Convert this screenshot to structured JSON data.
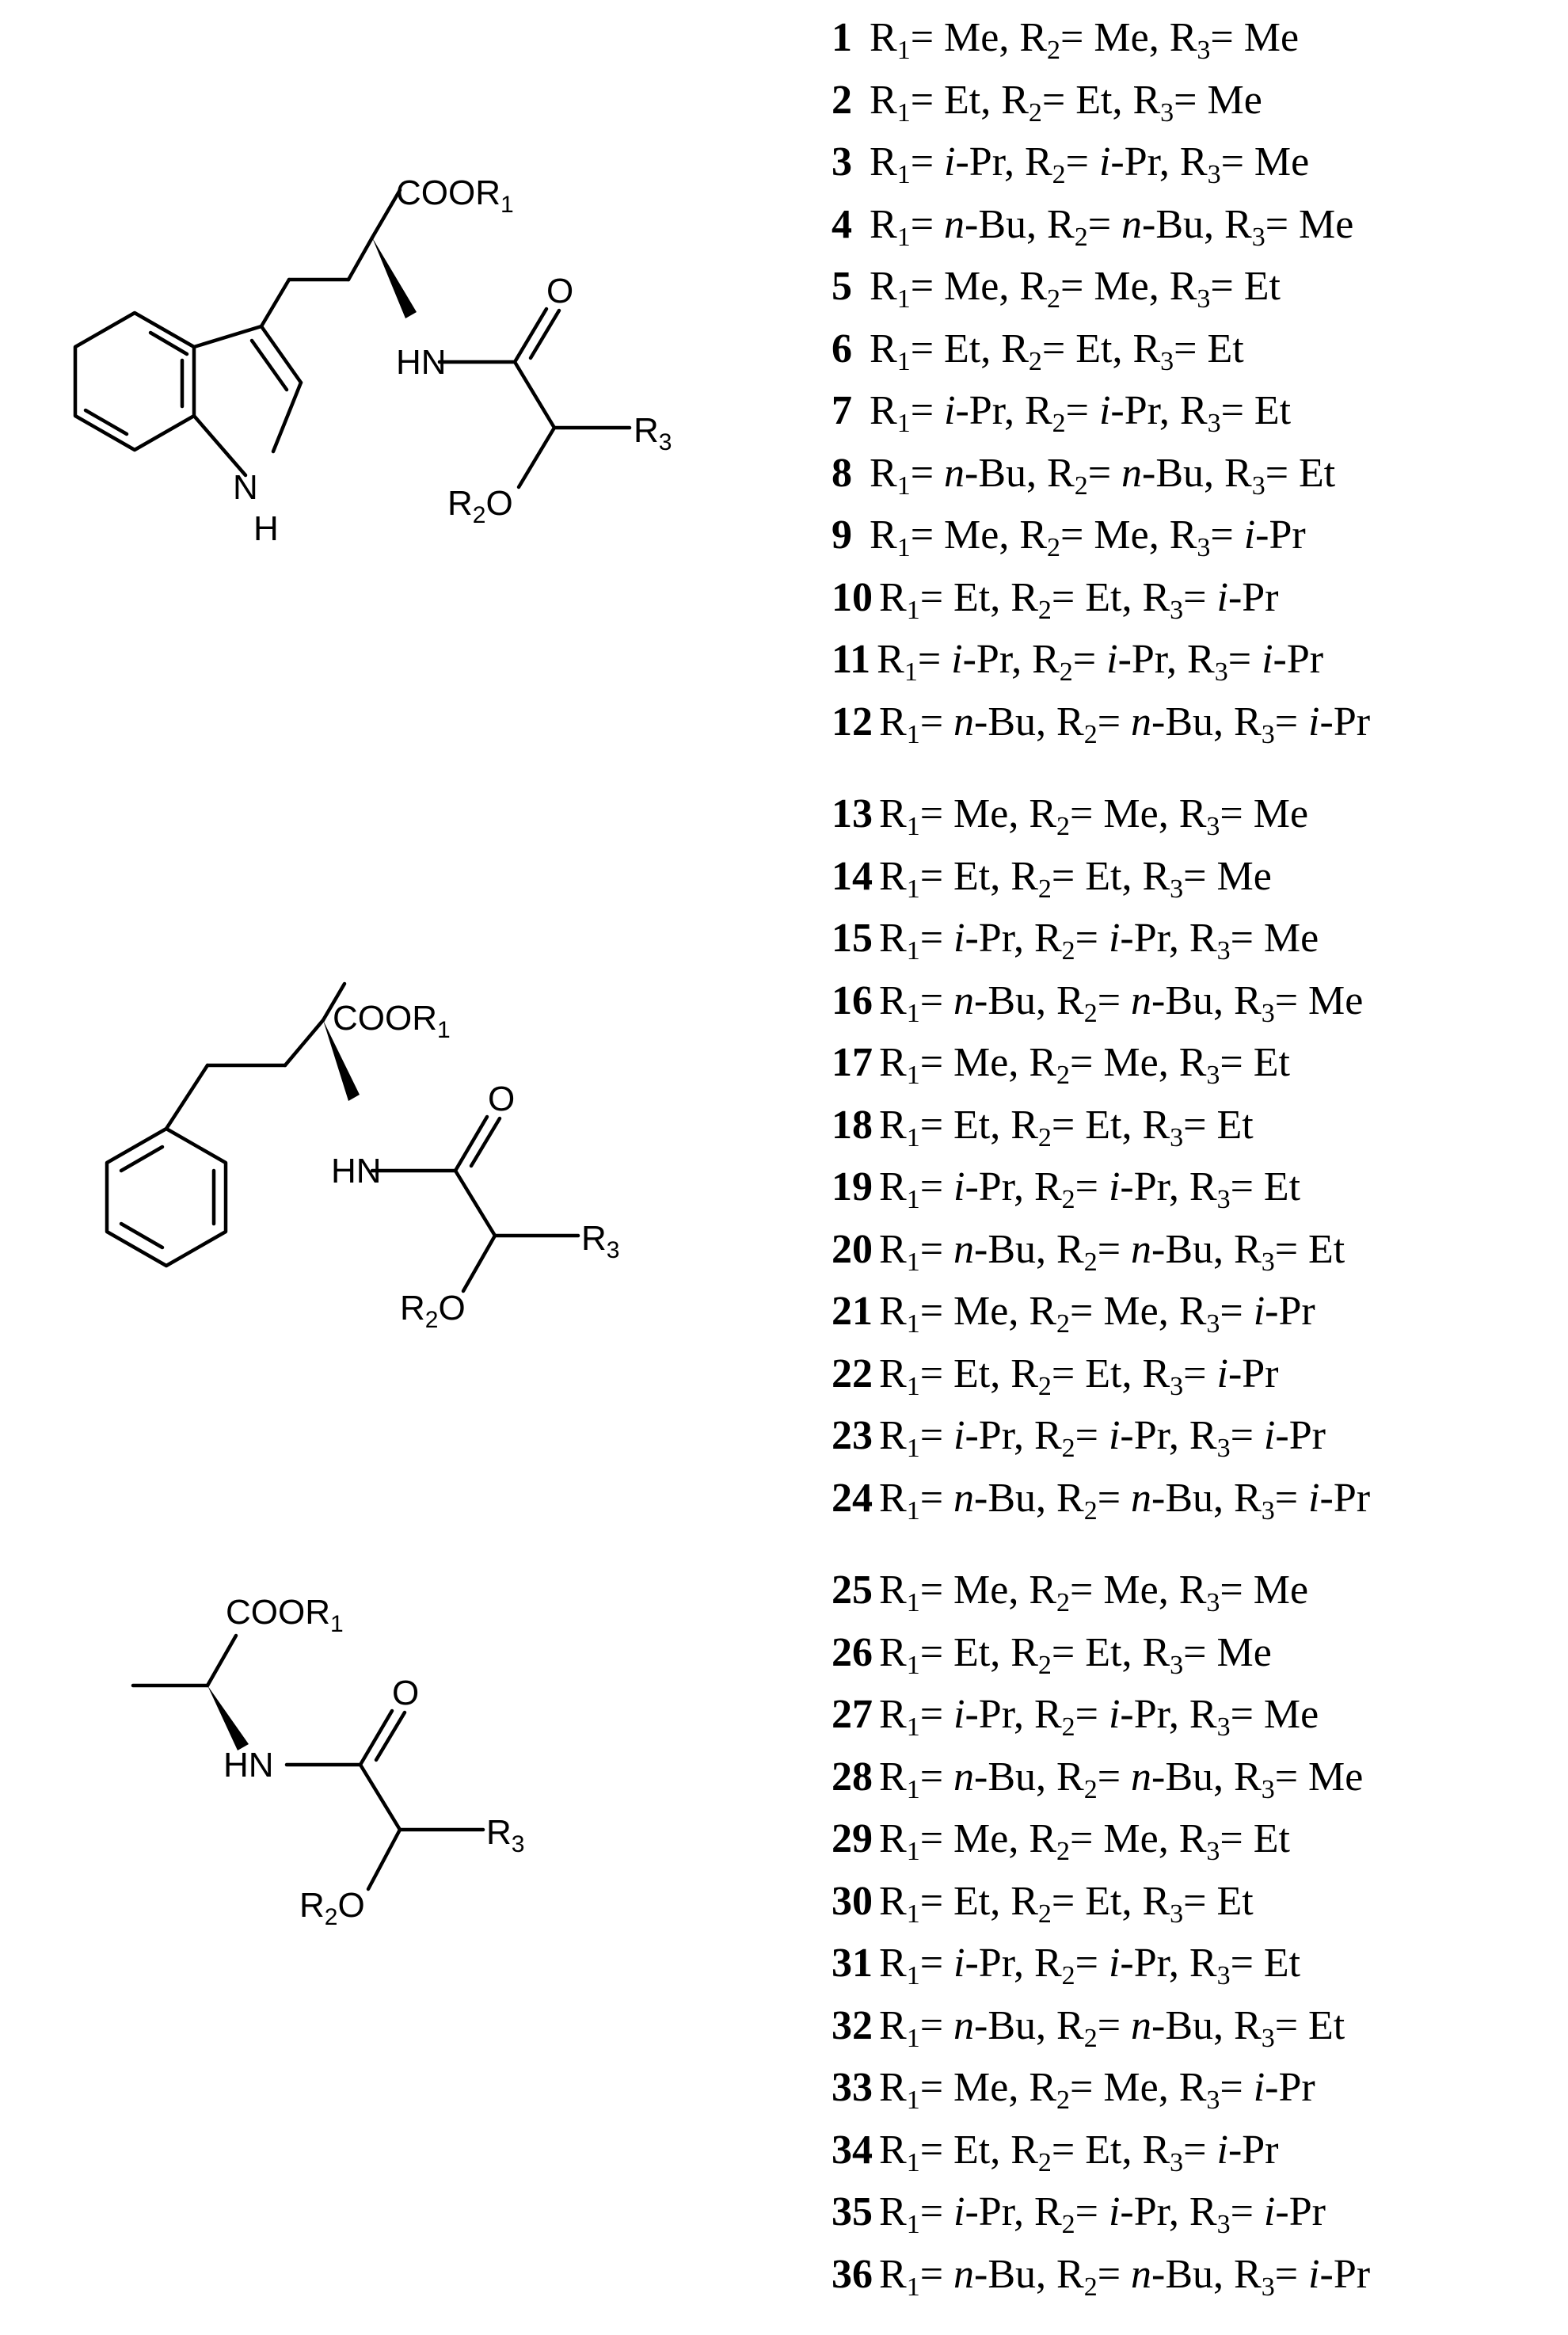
{
  "structures": [
    {
      "cooR": "COOR",
      "cooSub": "1",
      "hn": "HN",
      "o": "O",
      "r3": "R",
      "r3Sub": "3",
      "r2": "R",
      "r2Sub": "2",
      "r2O": "O",
      "nh": "N",
      "nhH": "H"
    },
    {
      "cooR": "COOR",
      "cooSub": "1",
      "hn": "HN",
      "o": "O",
      "r3": "R",
      "r3Sub": "3",
      "r2": "R",
      "r2Sub": "2",
      "r2O": "O"
    },
    {
      "cooR": "COOR",
      "cooSub": "1",
      "hn": "HN",
      "o": "O",
      "r3": "R",
      "r3Sub": "3",
      "r2": "R",
      "r2Sub": "2",
      "r2O": "O"
    }
  ],
  "entries": [
    {
      "num": "1",
      "r1": "Me",
      "r2": "Me",
      "r3": "Me"
    },
    {
      "num": "2",
      "r1": "Et",
      "r2": "Et",
      "r3": "Me"
    },
    {
      "num": "3",
      "r1": "i-Pr",
      "r2": "i-Pr",
      "r3": "Me"
    },
    {
      "num": "4",
      "r1": "n-Bu",
      "r2": "n-Bu",
      "r3": "Me"
    },
    {
      "num": "5",
      "r1": "Me",
      "r2": "Me",
      "r3": "Et"
    },
    {
      "num": "6",
      "r1": "Et",
      "r2": "Et",
      "r3": "Et"
    },
    {
      "num": "7",
      "r1": "i-Pr",
      "r2": "i-Pr",
      "r3": "Et"
    },
    {
      "num": "8",
      "r1": "n-Bu",
      "r2": "n-Bu",
      "r3": "Et"
    },
    {
      "num": "9",
      "r1": "Me",
      "r2": "Me",
      "r3": "i-Pr"
    },
    {
      "num": "10",
      "r1": "Et",
      "r2": "Et",
      "r3": "i-Pr"
    },
    {
      "num": "11",
      "r1": "i-Pr",
      "r2": "i-Pr",
      "r3": "i-Pr"
    },
    {
      "num": "12",
      "r1": "n-Bu",
      "r2": "n-Bu",
      "r3": "i-Pr"
    },
    {
      "num": "13",
      "r1": "Me",
      "r2": "Me",
      "r3": "Me"
    },
    {
      "num": "14",
      "r1": "Et",
      "r2": "Et",
      "r3": "Me"
    },
    {
      "num": "15",
      "r1": "i-Pr",
      "r2": "i-Pr",
      "r3": "Me"
    },
    {
      "num": "16",
      "r1": "n-Bu",
      "r2": "n-Bu",
      "r3": "Me"
    },
    {
      "num": "17",
      "r1": "Me",
      "r2": "Me",
      "r3": "Et"
    },
    {
      "num": "18",
      "r1": "Et",
      "r2": "Et",
      "r3": "Et"
    },
    {
      "num": "19",
      "r1": "i-Pr",
      "r2": "i-Pr",
      "r3": "Et"
    },
    {
      "num": "20",
      "r1": "n-Bu",
      "r2": "n-Bu",
      "r3": "Et"
    },
    {
      "num": "21",
      "r1": "Me",
      "r2": "Me",
      "r3": "i-Pr"
    },
    {
      "num": "22",
      "r1": "Et",
      "r2": "Et",
      "r3": "i-Pr"
    },
    {
      "num": "23",
      "r1": "i-Pr",
      "r2": "i-Pr",
      "r3": "i-Pr"
    },
    {
      "num": "24",
      "r1": "n-Bu",
      "r2": "n-Bu",
      "r3": "i-Pr"
    },
    {
      "num": "25",
      "r1": "Me",
      "r2": "Me",
      "r3": "Me"
    },
    {
      "num": "26",
      "r1": "Et",
      "r2": "Et",
      "r3": "Me"
    },
    {
      "num": "27",
      "r1": "i-Pr",
      "r2": "i-Pr",
      "r3": "Me"
    },
    {
      "num": "28",
      "r1": "n-Bu",
      "r2": "n-Bu",
      "r3": "Me"
    },
    {
      "num": "29",
      "r1": "Me",
      "r2": "Me",
      "r3": "Et"
    },
    {
      "num": "30",
      "r1": "Et",
      "r2": "Et",
      "r3": "Et"
    },
    {
      "num": "31",
      "r1": "i-Pr",
      "r2": "i-Pr",
      "r3": "Et"
    },
    {
      "num": "32",
      "r1": "n-Bu",
      "r2": "n-Bu",
      "r3": "Et"
    },
    {
      "num": "33",
      "r1": "Me",
      "r2": "Me",
      "r3": "i-Pr"
    },
    {
      "num": "34",
      "r1": "Et",
      "r2": "Et",
      "r3": "i-Pr"
    },
    {
      "num": "35",
      "r1": "i-Pr",
      "r2": "i-Pr",
      "r3": "i-Pr"
    },
    {
      "num": "36",
      "r1": "n-Bu",
      "r2": "n-Bu",
      "r3": "i-Pr"
    }
  ]
}
